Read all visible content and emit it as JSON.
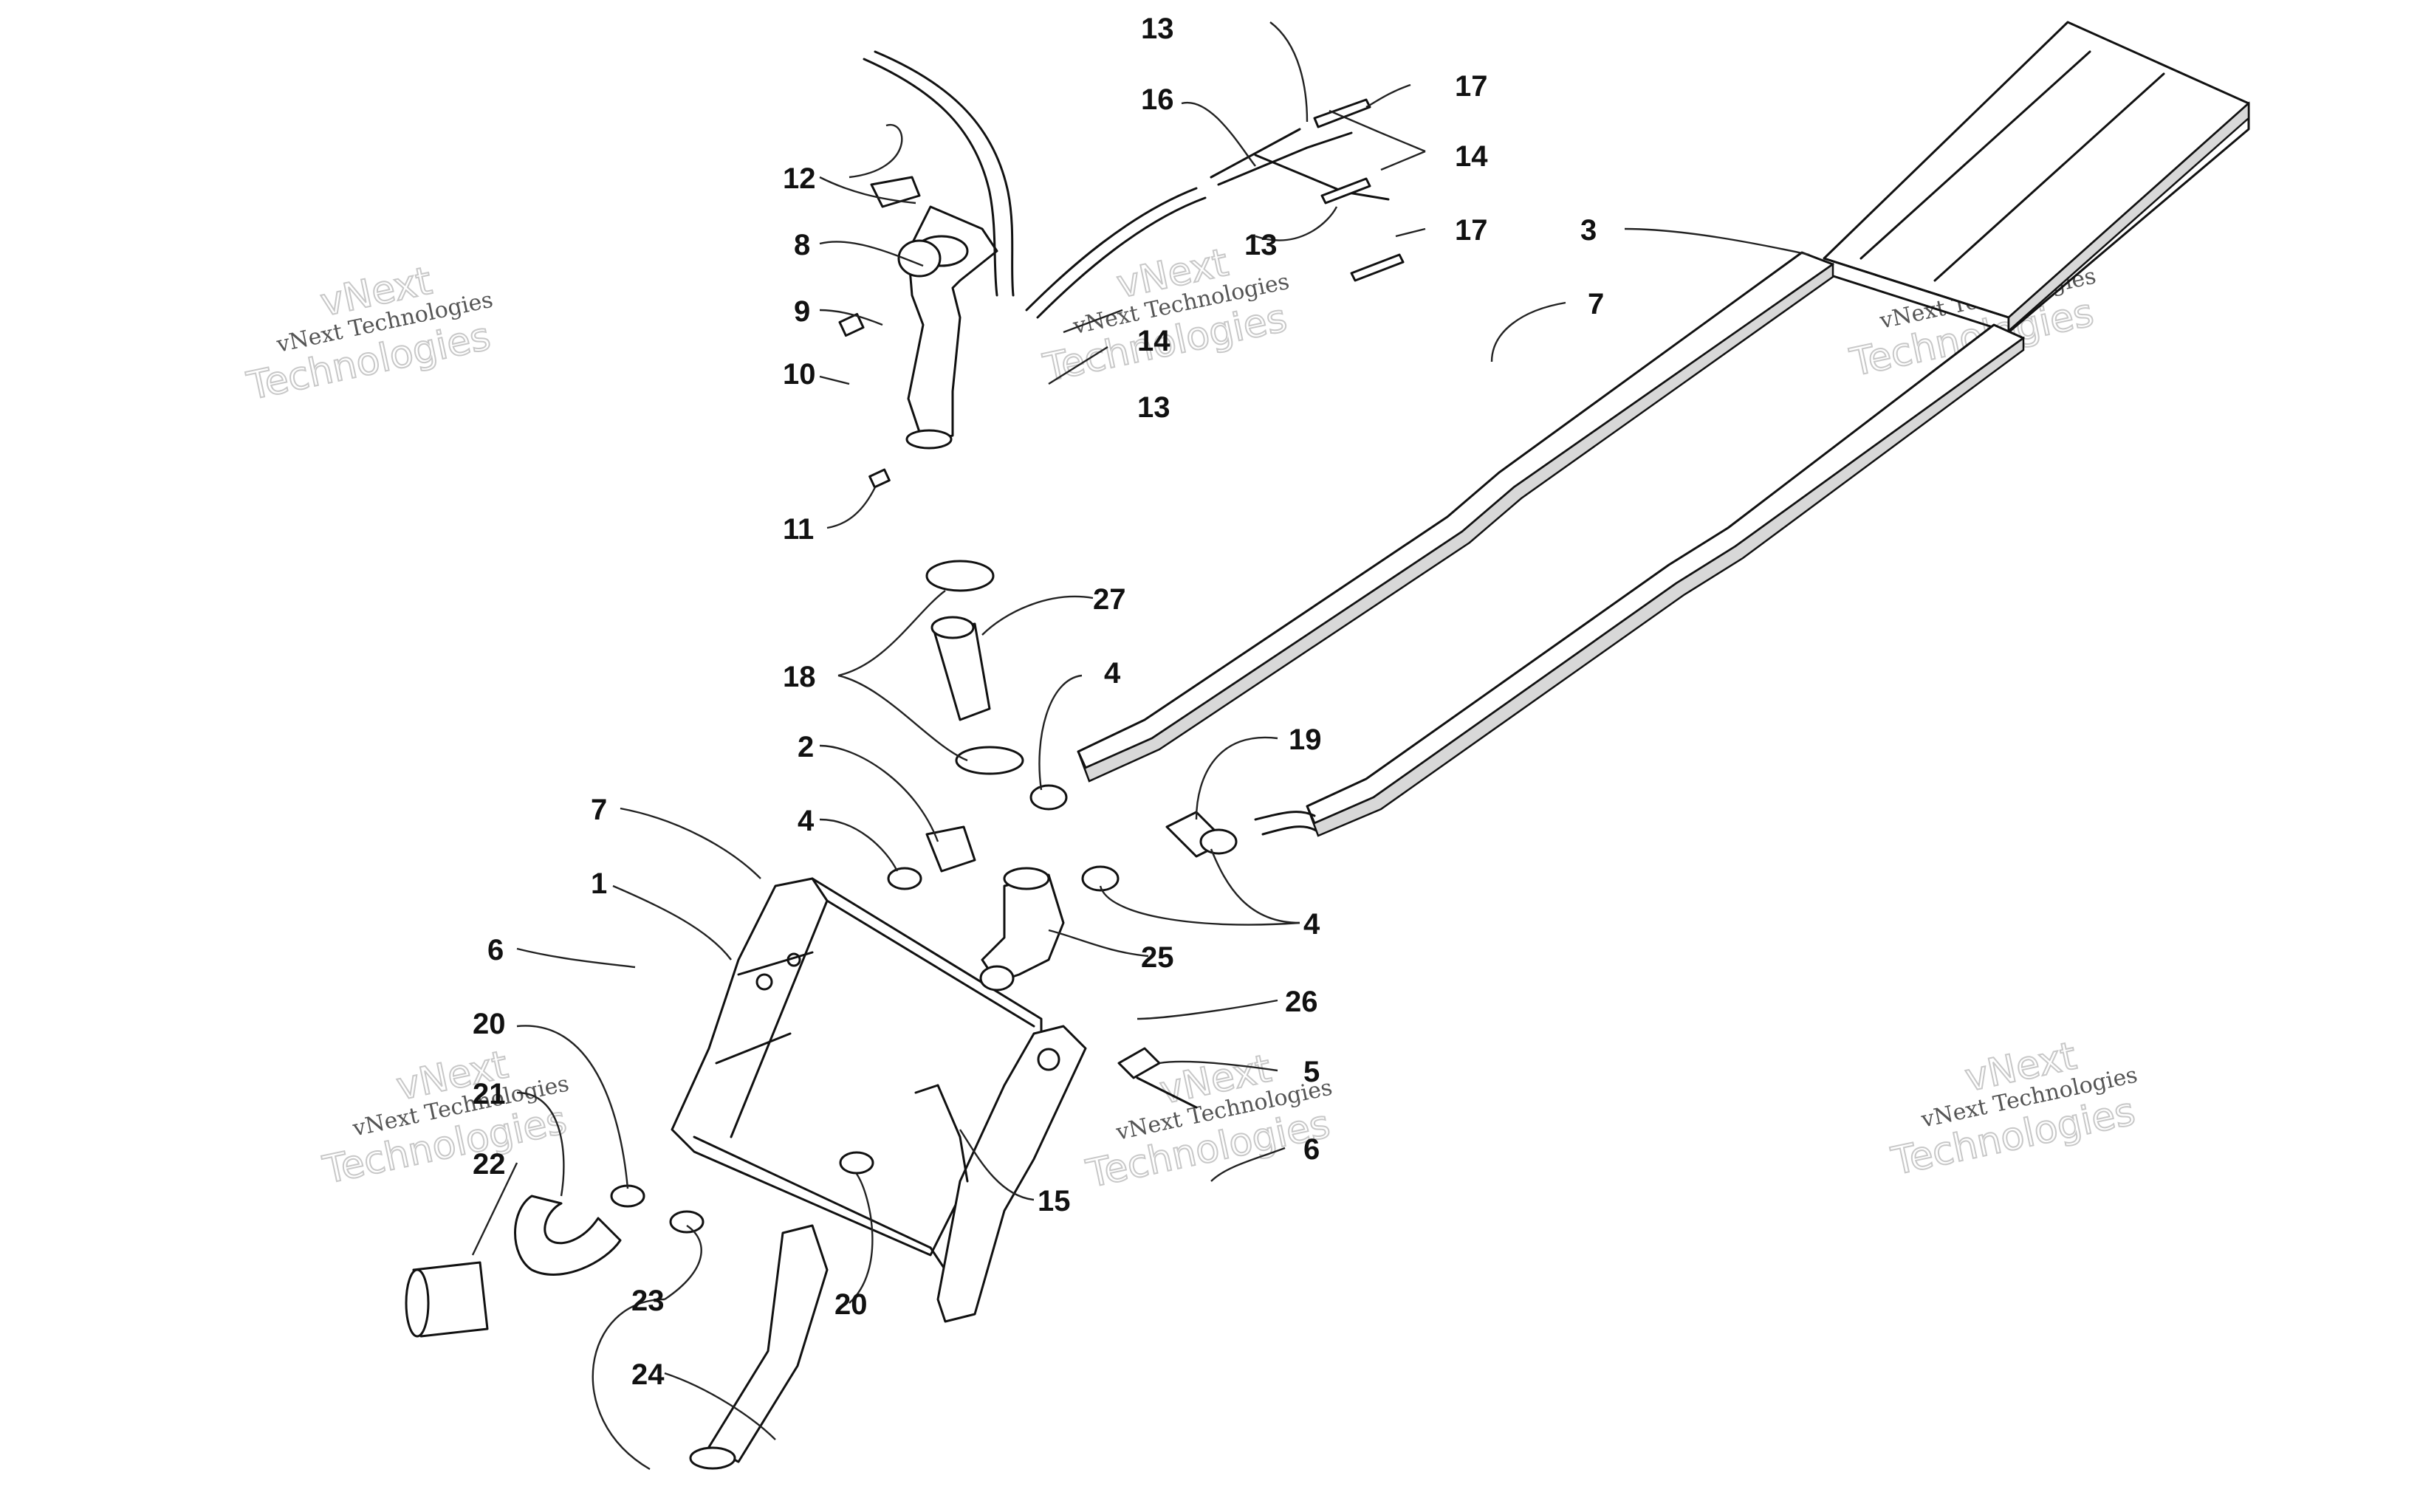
{
  "watermark": {
    "line1": "vNext",
    "line2": "vNext Technologies",
    "line3": "Technologies"
  },
  "callouts": {
    "c1": "1",
    "c2": "2",
    "c3": "3",
    "c4a": "4",
    "c4b": "4",
    "c4c": "4",
    "c5": "5",
    "c6a": "6",
    "c6b": "6",
    "c7a": "7",
    "c7b": "7",
    "c8": "8",
    "c9": "9",
    "c10": "10",
    "c11": "11",
    "c12": "12",
    "c13a": "13",
    "c13b": "13",
    "c13c": "13",
    "c14a": "14",
    "c14b": "14",
    "c15": "15",
    "c16": "16",
    "c17a": "17",
    "c17b": "17",
    "c18": "18",
    "c19": "19",
    "c20a": "20",
    "c20b": "20",
    "c21": "21",
    "c22": "22",
    "c23": "23",
    "c24": "24",
    "c25": "25",
    "c26": "26",
    "c27": "27"
  }
}
